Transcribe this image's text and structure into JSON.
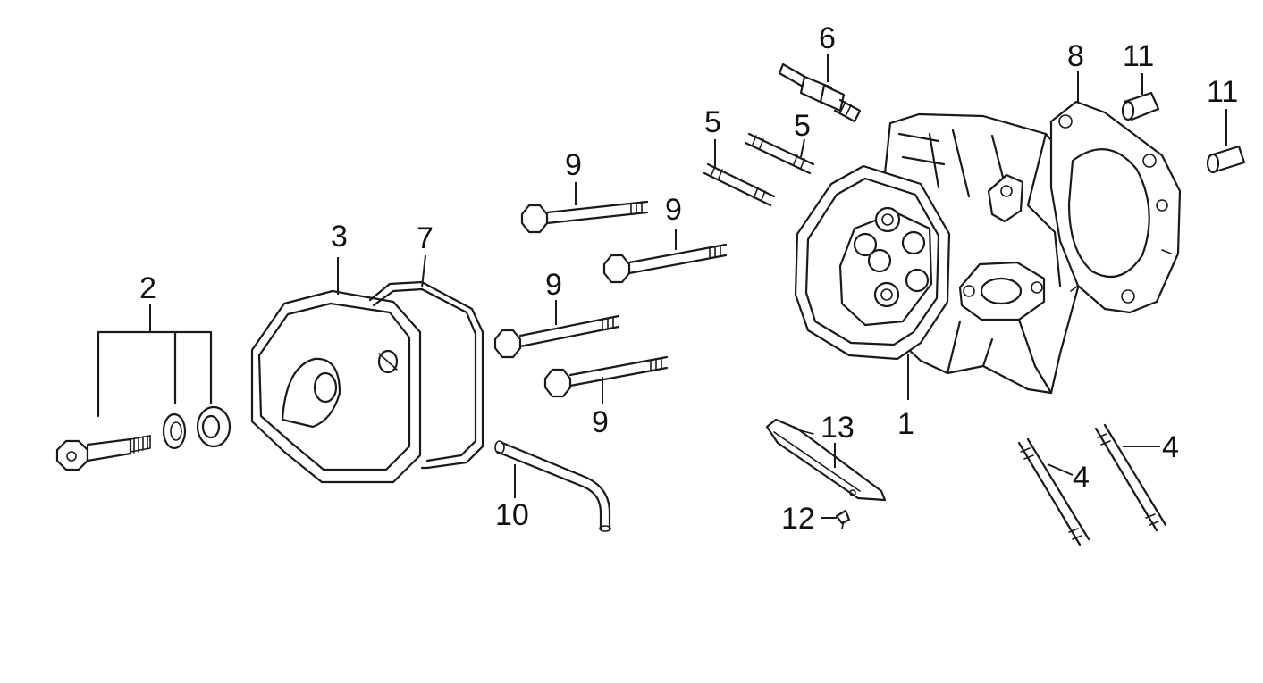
{
  "callouts": {
    "c1": "1",
    "c2": "2",
    "c3": "3",
    "c4a": "4",
    "c4b": "4",
    "c5a": "5",
    "c5b": "5",
    "c6": "6",
    "c7": "7",
    "c8": "8",
    "c9a": "9",
    "c9b": "9",
    "c9c": "9",
    "c9d": "9",
    "c10": "10",
    "c11a": "11",
    "c11b": "11",
    "c12": "12",
    "c13": "13"
  }
}
